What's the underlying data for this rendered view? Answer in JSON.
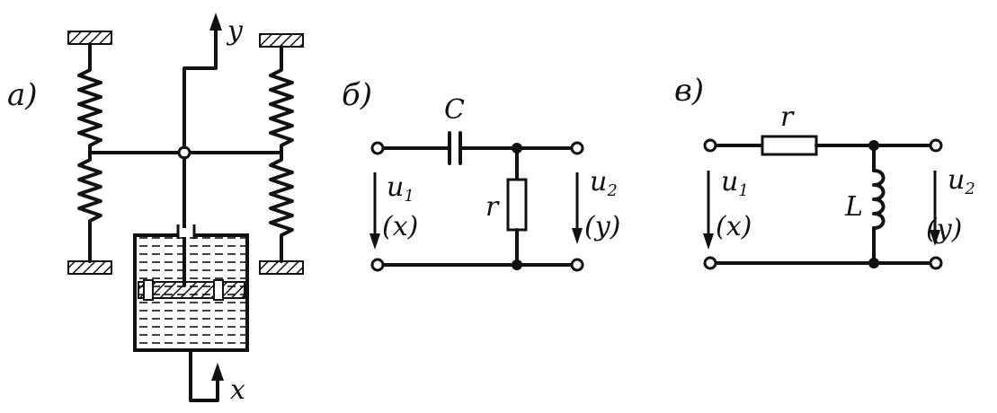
{
  "panel_a": {
    "label": "а)",
    "output_label": "y",
    "input_label": "x"
  },
  "panel_b": {
    "label": "б)",
    "capacitor_label": "C",
    "resistor_label": "r",
    "u1_main": "u",
    "u1_sub": "1",
    "x_label": "(x)",
    "u2_main": "u",
    "u2_sub": "2",
    "y_label": "(y)"
  },
  "panel_c": {
    "label": "в)",
    "resistor_label": "r",
    "inductor_label": "L",
    "u1_main": "u",
    "u1_sub": "1",
    "x_label": "(x)",
    "u2_main": "u",
    "u2_sub": "2",
    "y_label": "(y)"
  }
}
